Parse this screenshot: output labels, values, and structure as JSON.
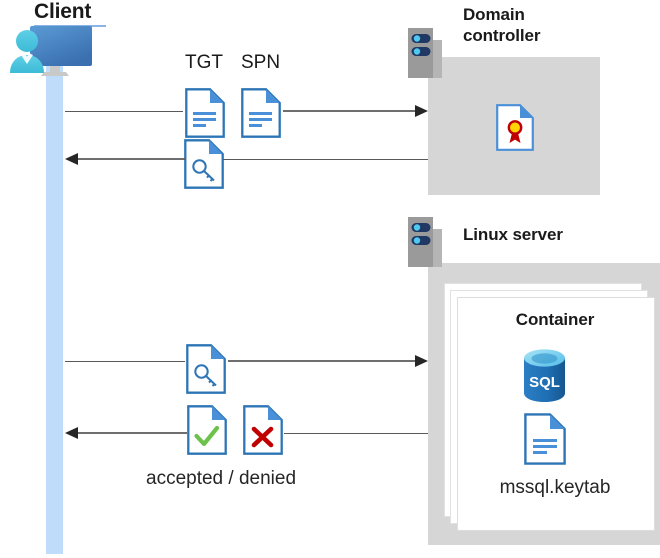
{
  "diagram": {
    "title_hidden": "Kerberos authentication flow between client, domain controller and Linux server container",
    "colors": {
      "lifeline": "#bfdcfb",
      "panel_grey": "#d6d6d6",
      "rack_grey": "#9a9a9a",
      "rack_slot": "#1f3864",
      "rack_led": "#50c8f0",
      "doc_blue": "#2e75b6",
      "doc_fold": "#4a90d9",
      "accent_check": "#6cc24a",
      "accent_cross": "#c00000",
      "seal_red": "#c00000",
      "seal_gold": "#ffd400",
      "sql_blue": "#1f6fb5",
      "arrow": "#595959",
      "text": "#1a1a1a"
    }
  },
  "client": {
    "label": "Client",
    "icon": "user-with-monitor-icon"
  },
  "domain_controller": {
    "label": "Domain controller",
    "rack_icon": "server-rack-icon",
    "contents": [
      {
        "icon": "certificate-document-icon",
        "label": ""
      }
    ]
  },
  "linux_server": {
    "label": "Linux server",
    "rack_icon": "server-rack-icon",
    "container": {
      "label": "Container",
      "card_count": 3,
      "items": [
        {
          "icon": "sql-database-icon",
          "label": "SQL"
        },
        {
          "icon": "document-icon",
          "label": "mssql.keytab"
        }
      ]
    }
  },
  "flows": [
    {
      "id": "flow-1",
      "direction": "right",
      "from": "client",
      "to": "domain_controller",
      "icons": [
        {
          "name": "document-lines-icon",
          "label": "TGT"
        },
        {
          "name": "document-lines-icon",
          "label": "SPN"
        }
      ]
    },
    {
      "id": "flow-2",
      "direction": "left",
      "from": "domain_controller",
      "to": "client",
      "icons": [
        {
          "name": "document-key-icon",
          "label": ""
        }
      ]
    },
    {
      "id": "flow-3",
      "direction": "right",
      "from": "client",
      "to": "linux_server",
      "icons": [
        {
          "name": "document-key-icon",
          "label": ""
        }
      ]
    },
    {
      "id": "flow-4",
      "direction": "left",
      "from": "linux_server",
      "to": "client",
      "caption": "accepted / denied",
      "icons": [
        {
          "name": "document-check-icon",
          "label": "accepted"
        },
        {
          "name": "document-cross-icon",
          "label": "denied"
        }
      ]
    }
  ],
  "labels": {
    "tgt": "TGT",
    "spn": "SPN",
    "accepted_denied": "accepted / denied",
    "keytab": "mssql.keytab",
    "container": "Container",
    "domain_controller": "Domain controller",
    "linux_server": "Linux server",
    "client": "Client"
  }
}
